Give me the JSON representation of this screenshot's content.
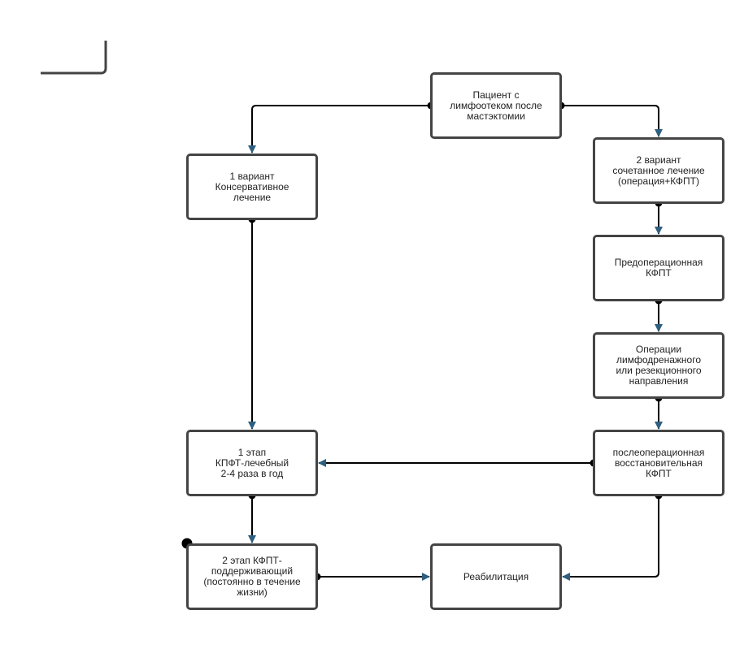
{
  "colors": {
    "border": "#444444",
    "line": "#000000",
    "arrowhead": "#2f5f7f",
    "dot": "#000000"
  },
  "nodes": {
    "patient": "Пациент с\nлимфоотеком после\nмастэктомии",
    "variant1": "1 вариант\nКонсервативное\nлечение",
    "variant2": "2 вариант\nсочетанное лечение\n(операция+КФПТ)",
    "preop": "Предоперационная\nКФПТ",
    "surgery": "Операции\nлимфодренажного\nили резекционного\nнаправления",
    "postop": "послеоперационная\nвосстановительная\nКФПТ",
    "stage1": "1 этап\nКПФТ-лечебный\n2-4 раза в год",
    "stage2": "2 этап КФПТ-\nподдерживающий\n(постоянно в течение\nжизни)",
    "rehab": "Реабилитация"
  }
}
